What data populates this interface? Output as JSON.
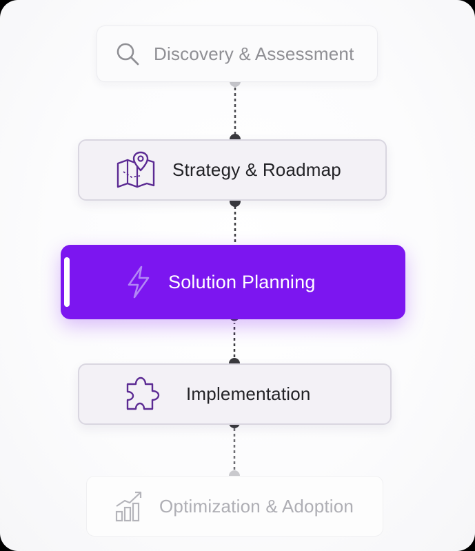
{
  "steps": [
    {
      "label": "Discovery & Assessment",
      "icon": "search-icon",
      "state": "faded"
    },
    {
      "label": "Strategy & Roadmap",
      "icon": "map-pin-icon",
      "state": "default"
    },
    {
      "label": "Solution Planning",
      "icon": "lightning-icon",
      "state": "active"
    },
    {
      "label": "Implementation",
      "icon": "puzzle-icon",
      "state": "default"
    },
    {
      "label": "Optimization & Adoption",
      "icon": "growth-chart-icon",
      "state": "faded"
    }
  ],
  "colors": {
    "accent": "#7c16f0",
    "icon_default": "#5b2a93",
    "connector": "#3a3a3e",
    "connector_faded": "#c8c8cc"
  }
}
